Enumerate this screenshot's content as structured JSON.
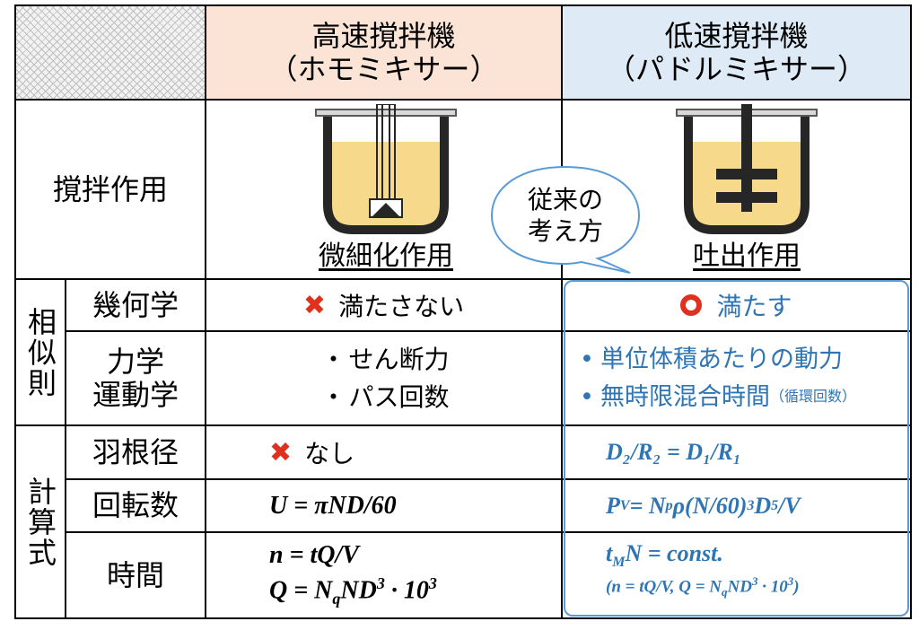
{
  "header": {
    "high_line1": "高速撹拌機",
    "high_line2": "（ホモミキサー）",
    "low_line1": "低速撹拌機",
    "low_line2": "（パドルミキサー）"
  },
  "rows": {
    "action_label": "撹拌作用",
    "high_action_caption": "微細化作用",
    "low_action_caption": "吐出作用",
    "bubble_line1": "従来の",
    "bubble_line2": "考え方",
    "similarity_label": "相似則",
    "geometry_label": "幾何学",
    "mechanics_label_1": "力学",
    "mechanics_label_2": "運動学",
    "calc_label": "計算式",
    "impeller_label": "羽根径",
    "rpm_label": "回転数",
    "time_label": "時間"
  },
  "high": {
    "geometry_mark": "✖",
    "geometry_text": "満たさない",
    "mech_bullet": "・",
    "mech_1": "せん断力",
    "mech_2": "パス回数",
    "impeller_mark": "✖",
    "impeller_text": "なし",
    "rpm_formula": "U = πND/60",
    "time_f1": "n = tQ/V",
    "time_f2": "Q = N",
    "time_f2_sub": "q",
    "time_f2_rest": "ND",
    "time_f2_sup": "3",
    "time_f2_tail": " · 10",
    "time_f2_sup2": "3"
  },
  "low": {
    "geometry_mark": "○",
    "geometry_text": "満たす",
    "mech_bullet": "•",
    "mech_1": "単位体積あたりの動力",
    "mech_2": "無時限混合時間",
    "mech_2_note": "（循環回数）",
    "impeller_formula": "D₂/R₂ = D₁/R₁",
    "rpm_a": "P",
    "rpm_a_sub": "V",
    "rpm_b": " = N",
    "rpm_b_sub": "p",
    "rpm_c": "ρ(N/60)",
    "rpm_c_sup": "3",
    "rpm_d": "D",
    "rpm_d_sup": "5",
    "rpm_e": "/V",
    "time_a": "t",
    "time_a_sub": "M",
    "time_b": "N = const.",
    "time_c": "(n = tQ/V, Q = N",
    "time_c_sub": "q",
    "time_c_rest": "ND",
    "time_c_sup": "3",
    "time_c_tail": " · 10",
    "time_c_sup2": "3",
    "time_c_end": ")"
  },
  "colors": {
    "accent_blue": "#2e75b6",
    "liquid": "#f7d98b",
    "high_header": "#fbe4d6",
    "low_header": "#deebf7",
    "cross_red": "#e0301e",
    "circle_red": "#e0301e"
  }
}
